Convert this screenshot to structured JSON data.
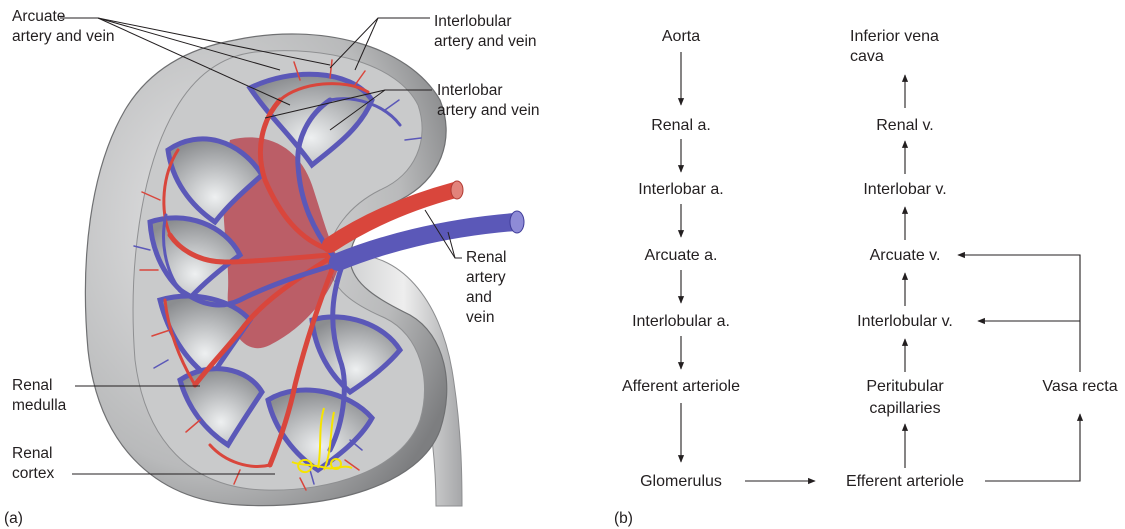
{
  "panel_a": {
    "label": "(a)",
    "labels": {
      "arcuate": [
        "Arcuate",
        "artery and vein"
      ],
      "interlobular": [
        "Interlobular",
        "artery and vein"
      ],
      "interlobar": [
        "Interlobar",
        "artery and vein"
      ],
      "renal": [
        "Renal",
        "artery",
        "and",
        "vein"
      ],
      "medulla": [
        "Renal",
        "medulla"
      ],
      "cortex": [
        "Renal",
        "cortex"
      ]
    }
  },
  "panel_b": {
    "label": "(b)",
    "arterial": [
      "Aorta",
      "Renal a.",
      "Interlobar a.",
      "Arcuate a.",
      "Interlobular a.",
      "Afferent arteriole",
      "Glomerulus"
    ],
    "venous": [
      "Inferior vena",
      "cava",
      "Renal v.",
      "Interlobar v.",
      "Arcuate v.",
      "Interlobular v.",
      "Peritubular",
      "capillaries",
      "Efferent arteriole"
    ],
    "side": "Vasa recta"
  },
  "colors": {
    "artery": "#d9463c",
    "vein": "#5b58b8",
    "cortex": "#c9cacb",
    "medulla": "#9fa1a3",
    "nephron": "#f6e400"
  }
}
